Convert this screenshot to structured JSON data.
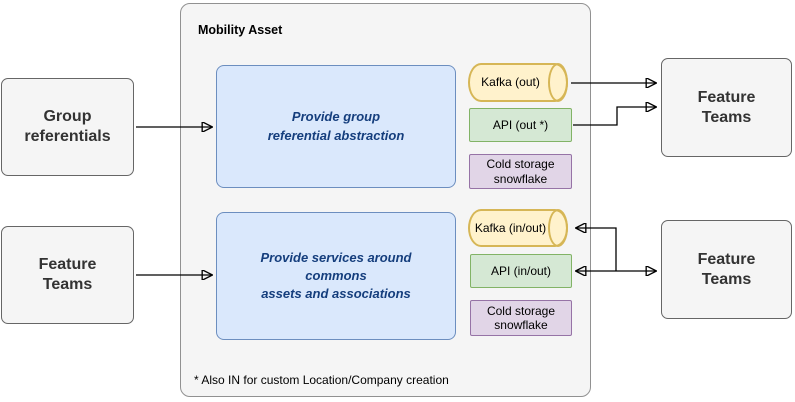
{
  "title": "Mobility Asset",
  "footnote": "* Also IN for custom Location/Company creation",
  "external_nodes": {
    "group_referentials": "Group\nreferentials",
    "feature_teams_source": "Feature\nTeams",
    "feature_teams_top": "Feature\nTeams",
    "feature_teams_bottom": "Feature\nTeams"
  },
  "services": {
    "group_abstraction": "Provide group\nreferential abstraction",
    "commons_services": "Provide services around\ncommons\nassets and associations"
  },
  "interfaces": {
    "kafka_out": "Kafka (out)",
    "api_out": "API (out *)",
    "cold_storage_top": "Cold storage\nsnowflake",
    "kafka_inout": "Kafka (in/out)",
    "api_inout": "API (in/out)",
    "cold_storage_bottom": "Cold storage\nsnowflake"
  },
  "colors": {
    "canvas_bg": "#ffffff",
    "container_fill": "#f5f5f5",
    "container_border": "#919191",
    "gray_node_fill": "#f5f5f5",
    "gray_node_border": "#666666",
    "gray_node_text": "#333333",
    "blue_fill": "#dae8fc",
    "blue_border": "#6c8ebf",
    "blue_text": "#153e7d",
    "yellow_fill": "#fff2cc",
    "yellow_border": "#d6b656",
    "green_fill": "#d5e8d4",
    "green_border": "#82b366",
    "purple_fill": "#e1d5e7",
    "purple_border": "#9673a6",
    "arrow": "#000000"
  }
}
